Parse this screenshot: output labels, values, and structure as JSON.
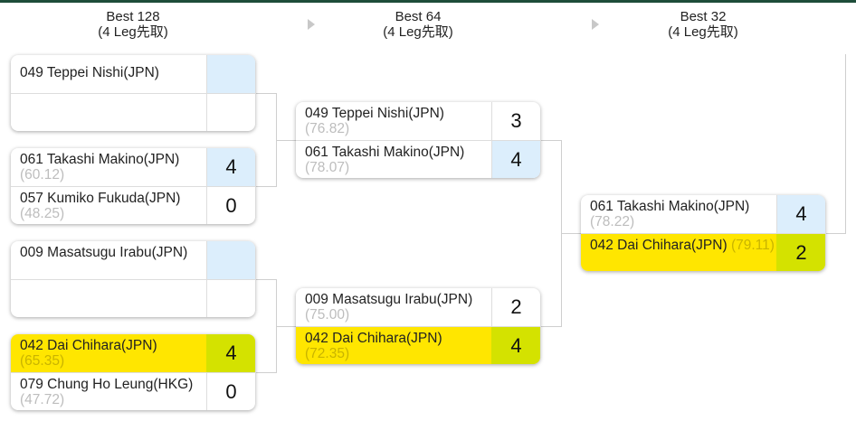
{
  "rounds": [
    {
      "title": "Best 128",
      "subtitle": "(4 Leg先取)"
    },
    {
      "title": "Best 64",
      "subtitle": "(4 Leg先取)"
    },
    {
      "title": "Best 32",
      "subtitle": "(4 Leg先取)"
    }
  ],
  "colors": {
    "winner_bg": "#ffe600",
    "winner_score_bg": "#d4e200",
    "leader_score_bg": "#dceefc",
    "connector": "#cfcfcf",
    "top_bar": "#1e4d3a"
  },
  "best128": [
    {
      "p1": {
        "name": "049 Teppei Nishi(JPN)",
        "avg": "",
        "score": ""
      },
      "p2": {
        "name": "",
        "avg": "",
        "score": ""
      }
    },
    {
      "p1": {
        "name": "061 Takashi Makino(JPN)",
        "avg": "(60.12)",
        "score": "4"
      },
      "p2": {
        "name": "057 Kumiko Fukuda(JPN)",
        "avg": "(48.25)",
        "score": "0"
      }
    },
    {
      "p1": {
        "name": "009 Masatsugu Irabu(JPN)",
        "avg": "",
        "score": ""
      },
      "p2": {
        "name": "",
        "avg": "",
        "score": ""
      }
    },
    {
      "p1": {
        "name": "042 Dai Chihara(JPN)",
        "avg": "(65.35)",
        "score": "4"
      },
      "p2": {
        "name": "079 Chung Ho Leung(HKG)",
        "avg": "(47.72)",
        "score": "0"
      }
    }
  ],
  "best64": [
    {
      "p1": {
        "name": "049 Teppei Nishi(JPN)",
        "avg": "(76.82)",
        "score": "3"
      },
      "p2": {
        "name": "061 Takashi Makino(JPN)",
        "avg": "(78.07)",
        "score": "4"
      }
    },
    {
      "p1": {
        "name": "009 Masatsugu Irabu(JPN)",
        "avg": "(75.00)",
        "score": "2"
      },
      "p2": {
        "name": "042 Dai Chihara(JPN)",
        "avg": "(72.35)",
        "score": "4"
      }
    }
  ],
  "best32": [
    {
      "p1": {
        "name": "061 Takashi Makino(JPN)",
        "avg": "(78.22)",
        "score": "4"
      },
      "p2": {
        "name": "042 Dai Chihara(JPN)",
        "avg": "(79.11)",
        "score": "2"
      }
    }
  ]
}
